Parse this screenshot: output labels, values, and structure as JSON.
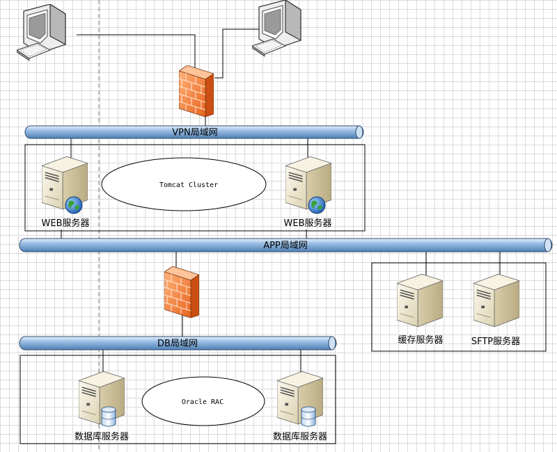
{
  "networks": {
    "vpn": "VPN局域网",
    "app": "APP局域网",
    "db": "DB局域网"
  },
  "clusters": {
    "tomcat": "Tomcat Cluster",
    "oracle": "Oracle RAC"
  },
  "servers": {
    "web_left": "WEB服务器",
    "web_right": "WEB服务器",
    "cache": "缓存服务器",
    "sftp": "SFTP服务器",
    "db_left": "数据库服务器",
    "db_right": "数据库服务器"
  },
  "colors": {
    "bus": "#6f9fd0",
    "firewall": "#f07a30",
    "server": "#ece4c8"
  }
}
